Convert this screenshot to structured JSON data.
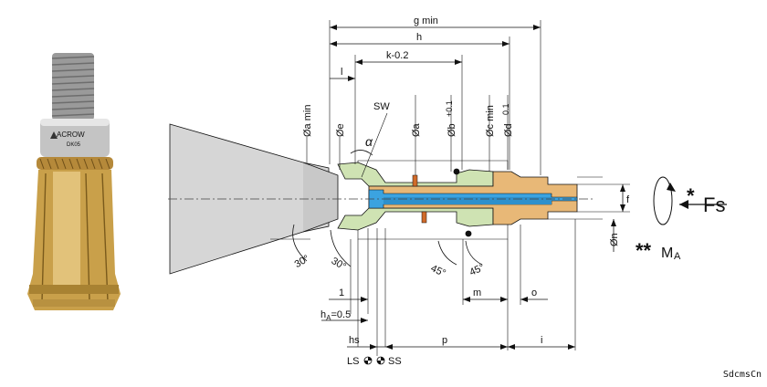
{
  "photo": {
    "brand": "ACROW",
    "code": "DK05",
    "thread_color": "#9a9a9a",
    "body_color": "#c9a04a",
    "ring_color": "#b8b8b8"
  },
  "colors": {
    "spindle": "#d6d6d6",
    "collet_green": "#cfe3b3",
    "body_tan": "#e8b877",
    "core_blue": "#3ba3e0",
    "line": "#111111"
  },
  "dimensions": {
    "g_min": "g min",
    "h": "h",
    "k": "k-0.2",
    "l": "l",
    "oa_min": "Øa min",
    "oe": "Øe",
    "sw": "SW",
    "alpha": "α",
    "oa": "Øa",
    "ob": "Øb",
    "ob_tol": "+0.1",
    "oc_min": "Øc min",
    "od": "Ød",
    "od_tol": "0.1",
    "f": "f",
    "on": "Øn",
    "angle30_a": "30°",
    "angle30_b": "30°",
    "angle45_a": "45°",
    "angle45_b": "45°",
    "one": "1",
    "m": "m",
    "o": "o",
    "ha_prefix": "h",
    "ha_sub": "A",
    "ha_value": "=0.5",
    "hs": "hs",
    "p": "p",
    "i": "i",
    "ls": "LS",
    "ss": "SS"
  },
  "forces": {
    "fs_star": "*",
    "fs": "Fs",
    "ma_stars": "**",
    "ma_main": "M",
    "ma_sub": "A"
  },
  "watermark": "SdcmsCn"
}
